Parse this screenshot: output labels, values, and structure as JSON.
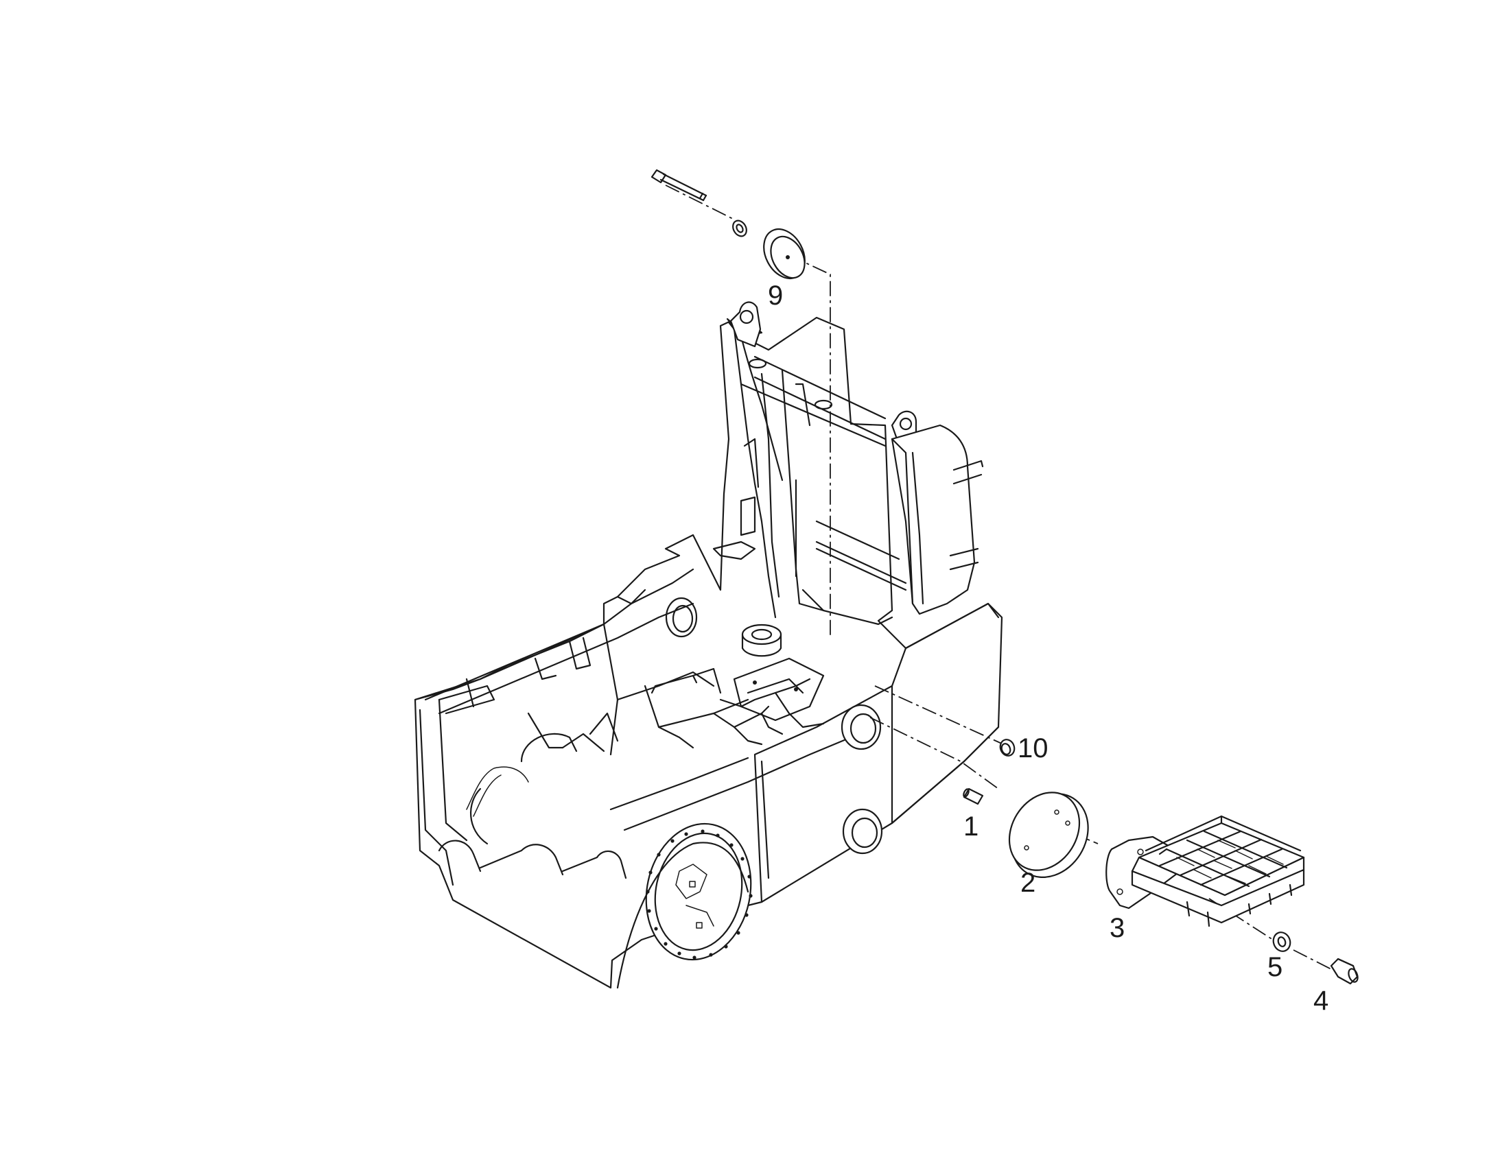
{
  "callouts": {
    "c1": "1",
    "c2": "2",
    "c3": "3",
    "c4": "4",
    "c5": "5",
    "c9": "9",
    "c10": "10"
  },
  "colors": {
    "line": "#1a1a1a",
    "background": "#ffffff"
  }
}
